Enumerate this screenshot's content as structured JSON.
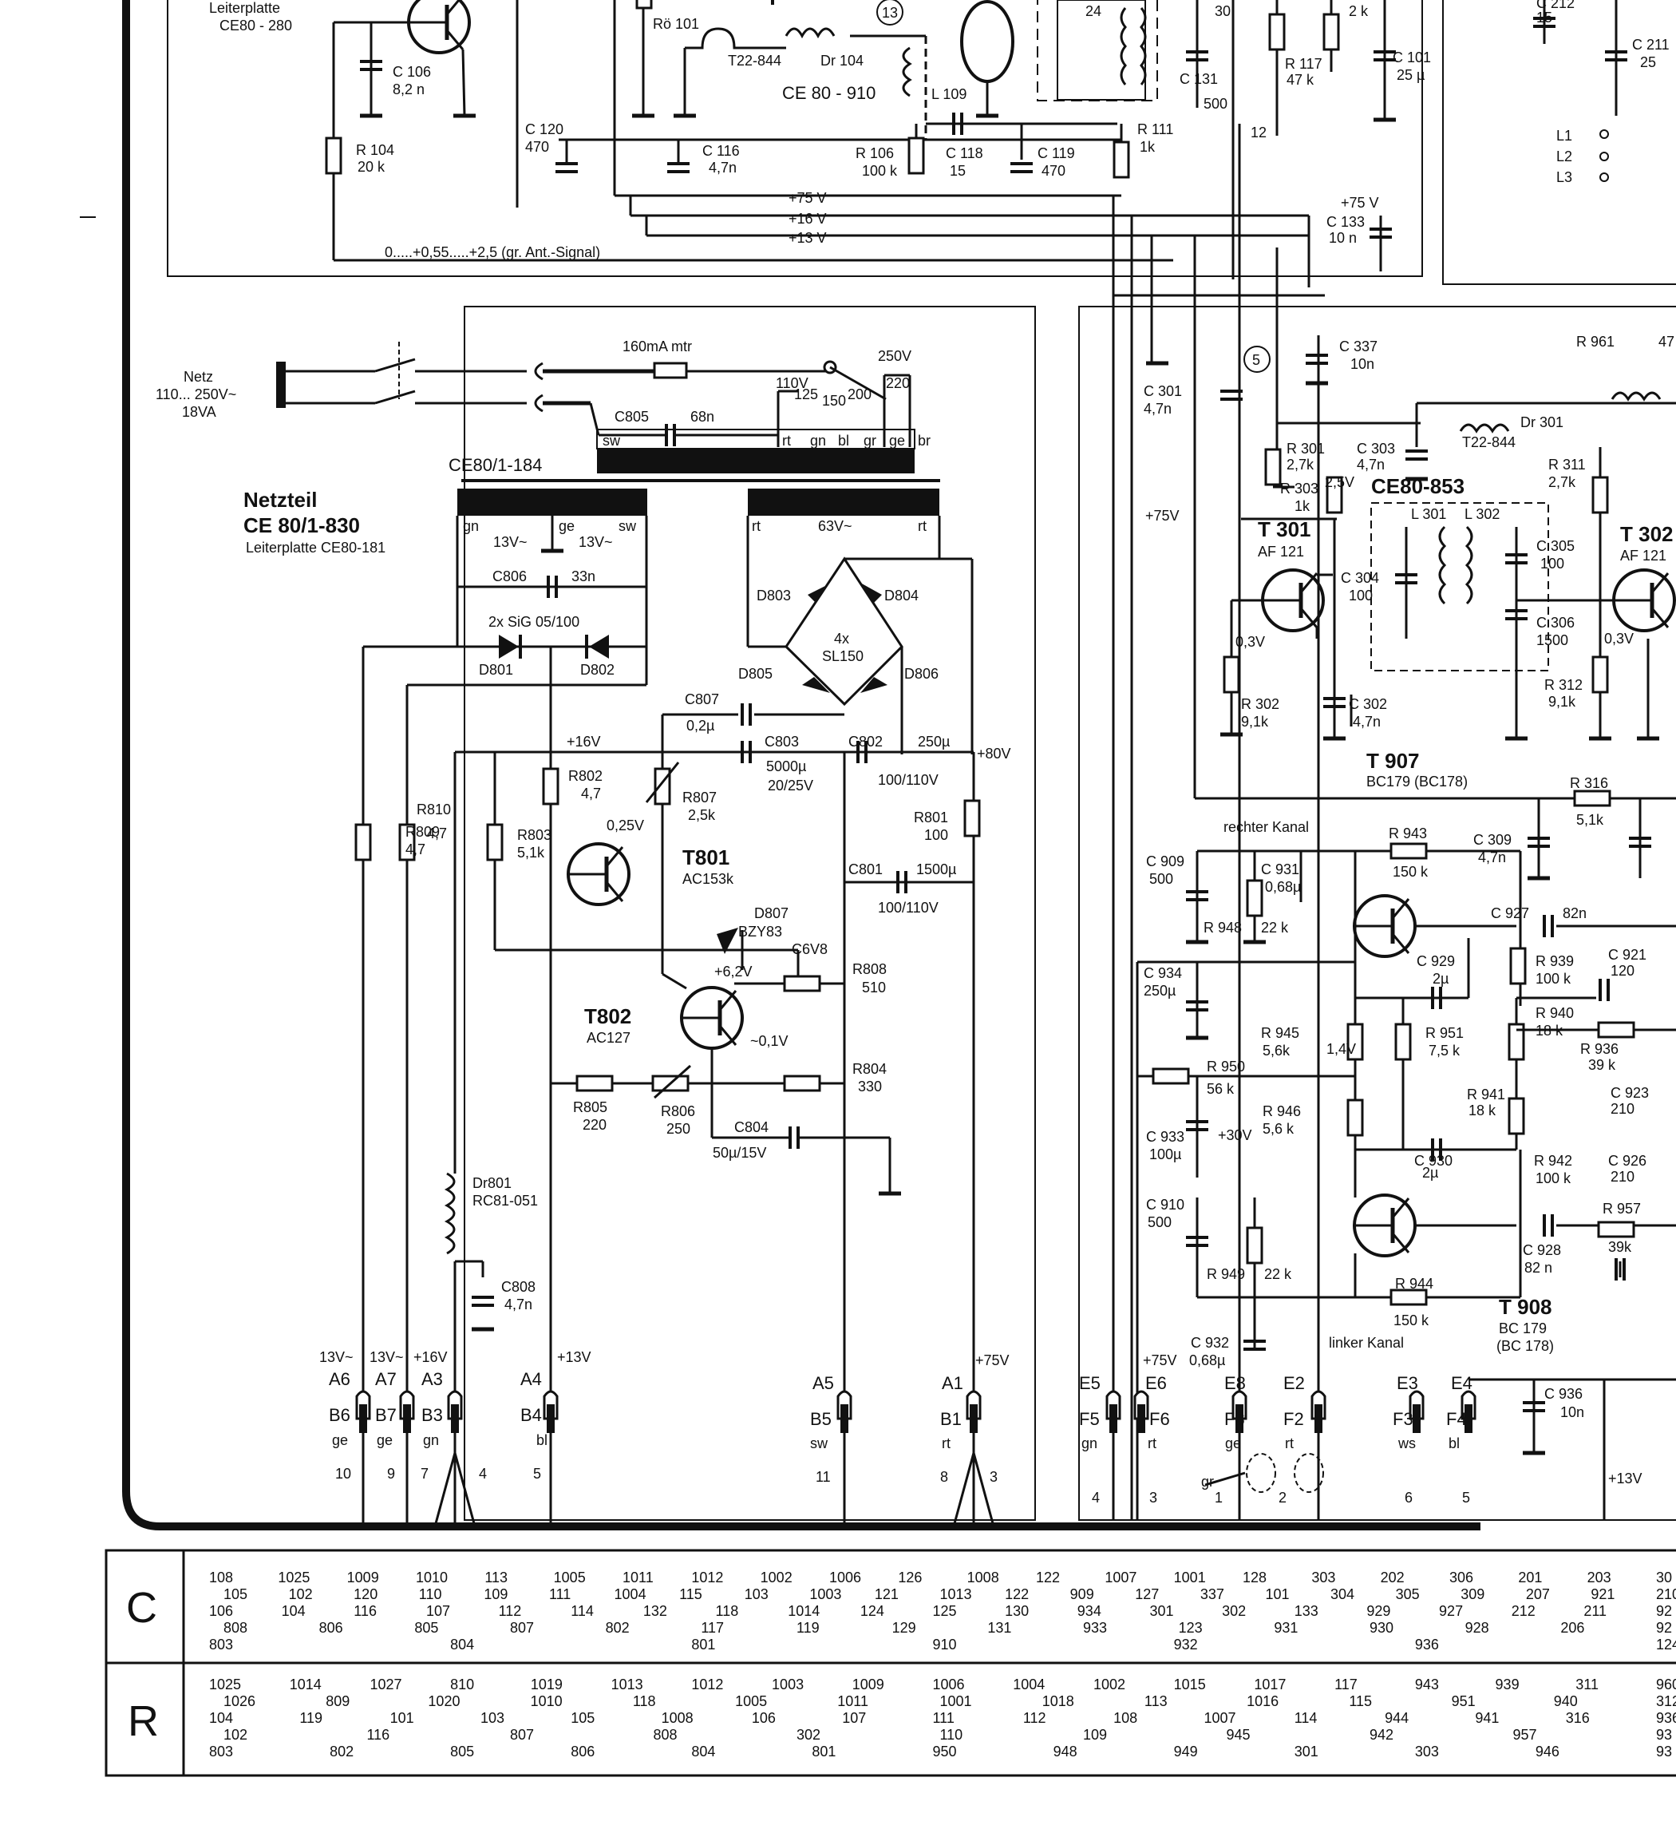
{
  "ink_color": "#111111",
  "paper_color": "#ffffff",
  "top_labels": [
    "Leiterplatte",
    "CE80 - 280",
    "C 106",
    "8,2 n",
    "R 104",
    "20 k",
    "Rö 101",
    "T22-844",
    "Dr 104",
    "CE 80 - 910",
    "L 109",
    "C 120",
    "470",
    "C 116",
    "4,7n",
    "R 106",
    "100 k",
    "C 118",
    "15",
    "C 119",
    "470",
    "R 111",
    "1k",
    "R 117",
    "47 k",
    "C 101",
    "25 µ",
    "C 131",
    "500",
    "2 k",
    "30",
    "24",
    "C 212",
    "15",
    "C 211",
    "25",
    "L1",
    "L2",
    "L3",
    "13",
    "12"
  ],
  "rail_labels": [
    "+75 V",
    "+16 V",
    "+13 V",
    "+75 V",
    "C 133",
    "10 n"
  ],
  "signal_label": "0.....+0,55.....+2,5 (gr. Ant.-Signal)",
  "mains": {
    "netz": "Netz",
    "voltage": "110... 250V~",
    "power": "18VA",
    "fuse": "160mA mtr",
    "c805": "C805",
    "c805_val": "68n",
    "taps": [
      "250V",
      "220",
      "110V",
      "125",
      "150",
      "200"
    ],
    "wire_colors": [
      "sw",
      "rt",
      "gn",
      "bl",
      "gr",
      "ge",
      "br"
    ]
  },
  "netzteil": {
    "board": "CE80/1-184",
    "title": "Netzteil",
    "code": "CE 80/1-830",
    "sub": "Leiterplatte CE80-181",
    "tr1": [
      "gn",
      "ge",
      "sw",
      "13V~",
      "13V~"
    ],
    "tr2": [
      "rt",
      "63V~",
      "rt"
    ],
    "components": [
      "C806",
      "33n",
      "2x SiG 05/100",
      "D801",
      "D802",
      "D803",
      "D804",
      "D805",
      "D806",
      "4x",
      "SL150",
      "C807",
      "0,2µ",
      "C803",
      "5000µ",
      "20/25V",
      "C802",
      "250µ",
      "100/110V",
      "+80V",
      "+16V",
      "R802",
      "4,7",
      "R807",
      "2,5k",
      "0,25V",
      "R803",
      "5,1k",
      "T801",
      "AC153k",
      "R801",
      "100",
      "C801",
      "1500µ",
      "100/110V",
      "R809",
      "4,7",
      "R810",
      "4,7",
      "D807",
      "BZY83",
      "C6V8",
      "+6,2V",
      "R808",
      "510",
      "T802",
      "AC127",
      "~0,1V",
      "R804",
      "330",
      "R805",
      "220",
      "R806",
      "250",
      "C804",
      "50µ/15V",
      "Dr801",
      "RC81-051",
      "C808",
      "4,7n"
    ],
    "conn_volts": [
      "13V~",
      "13V~",
      "+16V",
      "+13V",
      "+75V"
    ],
    "conn_a": [
      "A6",
      "A7",
      "A3",
      "A4",
      "A5",
      "A1"
    ],
    "conn_b": [
      "B6",
      "B7",
      "B3",
      "B4",
      "B5",
      "B1"
    ],
    "conn_colors": [
      "ge",
      "ge",
      "gn",
      "bl",
      "sw",
      "rt"
    ],
    "conn_pins": [
      "10",
      "9",
      "7",
      "4",
      "5",
      "11",
      "8",
      "3"
    ]
  },
  "amp": {
    "labels": [
      "R 961",
      "47",
      "C 337",
      "10n",
      "C 301",
      "4,7n",
      "+75V",
      "5",
      "Dr 301",
      "T22-844",
      "R 301",
      "2,7k",
      "C 303",
      "4,7n",
      "R 303",
      "1k",
      "2,5V",
      "CE80-853",
      "L 301",
      "L 302",
      "R 311",
      "2,7k",
      "T 301",
      "AF 121",
      "C 304",
      "100",
      "C 305",
      "100",
      "C 306",
      "1500",
      "T 302",
      "AF 121",
      "0,3V",
      "0,3V",
      "R 302",
      "9,1k",
      "C 302",
      "4,7n",
      "R 312",
      "9,1k",
      "T 907",
      "BC179 (BC178)",
      "R 316",
      "5,1k",
      "rechter Kanal",
      "R 943",
      "150 k",
      "C 309",
      "4,7n",
      "C 909",
      "500",
      "C 931",
      "0,68µ",
      "R 948",
      "22 k",
      "C 927",
      "82n",
      "C 929",
      "2µ",
      "R 939",
      "100 k",
      "C 934",
      "250µ",
      "1,4V",
      "R 945",
      "5,6k",
      "R 951",
      "7,5 k",
      "R 940",
      "18 k",
      "R 950",
      "56 k",
      "+30V",
      "R 946",
      "5,6 k",
      "R 941",
      "18 k",
      "C 933",
      "100µ",
      "C 930",
      "2µ",
      "R 942",
      "100 k",
      "C 910",
      "500",
      "R 949",
      "22 k",
      "C 928",
      "82 n",
      "R 944",
      "150 k",
      "T 908",
      "BC 179",
      "(BC 178)",
      "linker Kanal",
      "C 932",
      "0,68µ",
      "C 936",
      "10n",
      "+13V",
      "C 921",
      "120",
      "R 936",
      "39 k",
      "C 923",
      "210",
      "C 926",
      "210",
      "R 957",
      "39k"
    ],
    "conn_e": [
      "E5",
      "E6",
      "E8",
      "E2",
      "E3",
      "E4"
    ],
    "conn_f": [
      "F5",
      "F6",
      "F8",
      "F2",
      "F3",
      "F4"
    ],
    "conn_colors": [
      "gn",
      "rt",
      "ge",
      "rt",
      "ws",
      "bl"
    ],
    "conn_pins": [
      "4",
      "3",
      "1",
      "2",
      "6",
      "5"
    ],
    "extra": [
      "+75V",
      "gr"
    ]
  },
  "table": {
    "rows": [
      {
        "letter": "C",
        "lines": [
          [
            "108",
            "1025",
            "1009",
            "1010",
            "113",
            "1005",
            "1011",
            "1012",
            "1002",
            "1006",
            "126",
            "1008",
            "122",
            "1007",
            "1001",
            "128",
            "303",
            "202",
            "306",
            "201",
            "203",
            "30"
          ],
          [
            "105",
            "102",
            "120",
            "110",
            "109",
            "111",
            "1004",
            "115",
            "103",
            "1003",
            "121",
            "1013",
            "122",
            "909",
            "127",
            "337",
            "101",
            "304",
            "305",
            "309",
            "207",
            "921",
            "210"
          ],
          [
            "106",
            "104",
            "116",
            "107",
            "112",
            "114",
            "132",
            "118",
            "1014",
            "124",
            "125",
            "130",
            "934",
            "301",
            "302",
            "133",
            "929",
            "927",
            "212",
            "211",
            "92"
          ],
          [
            "808",
            "806",
            "805",
            "807",
            "802",
            "117",
            "119",
            "129",
            "131",
            "933",
            "123",
            "931",
            "930",
            "928",
            "206",
            "92"
          ],
          [
            "803",
            "804",
            "801",
            "910",
            "932",
            "936",
            "124"
          ]
        ]
      },
      {
        "letter": "R",
        "lines": [
          [
            "1025",
            "1014",
            "1027",
            "810",
            "1019",
            "1013",
            "1012",
            "1003",
            "1009",
            "1006",
            "1004",
            "1002",
            "1015",
            "1017",
            "117",
            "943",
            "939",
            "311",
            "960"
          ],
          [
            "1026",
            "809",
            "1020",
            "1010",
            "118",
            "1005",
            "1011",
            "1001",
            "1018",
            "113",
            "1016",
            "115",
            "951",
            "940",
            "312"
          ],
          [
            "104",
            "119",
            "101",
            "103",
            "105",
            "1008",
            "106",
            "107",
            "111",
            "112",
            "108",
            "1007",
            "114",
            "944",
            "941",
            "316",
            "936"
          ],
          [
            "102",
            "116",
            "807",
            "808",
            "302",
            "110",
            "109",
            "945",
            "942",
            "957",
            "93"
          ],
          [
            "803",
            "802",
            "805",
            "806",
            "804",
            "801",
            "950",
            "948",
            "949",
            "301",
            "303",
            "946",
            "93"
          ]
        ]
      }
    ]
  }
}
